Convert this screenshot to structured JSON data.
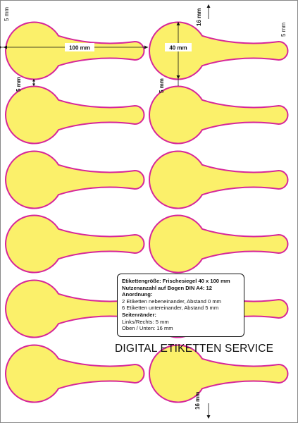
{
  "colors": {
    "label_fill": "#fbf06a",
    "label_outline": "#d6269a",
    "sheet_border": "#888888"
  },
  "dimensions": {
    "width_label": "100 mm",
    "diameter_label": "40 mm",
    "margin_left_label": "5 mm",
    "margin_right_label": "5 mm",
    "top_margin_label": "16 mm",
    "bottom_margin_label": "16 mm",
    "gap_vertical_label_a": "5 mm",
    "gap_vertical_label_b": "5 mm"
  },
  "info": {
    "line1": "Etikettengröße: Frischesiegel 40 x 100 mm",
    "line2": "Nutzenanzahl auf Bogen DIN A4: 12",
    "line3": "Anordnung:",
    "line4": "2 Etiketten nebeneinander, Abstand 0 mm",
    "line5": "6 Etiketten untereinander, Abstand 5 mm",
    "line6": "Seitenränder:",
    "line7": "Links/Rechts: 5 mm",
    "line8": "Oben / Unten: 16 mm"
  },
  "brand": "DIGITAL ETIKETTEN SERVICE"
}
